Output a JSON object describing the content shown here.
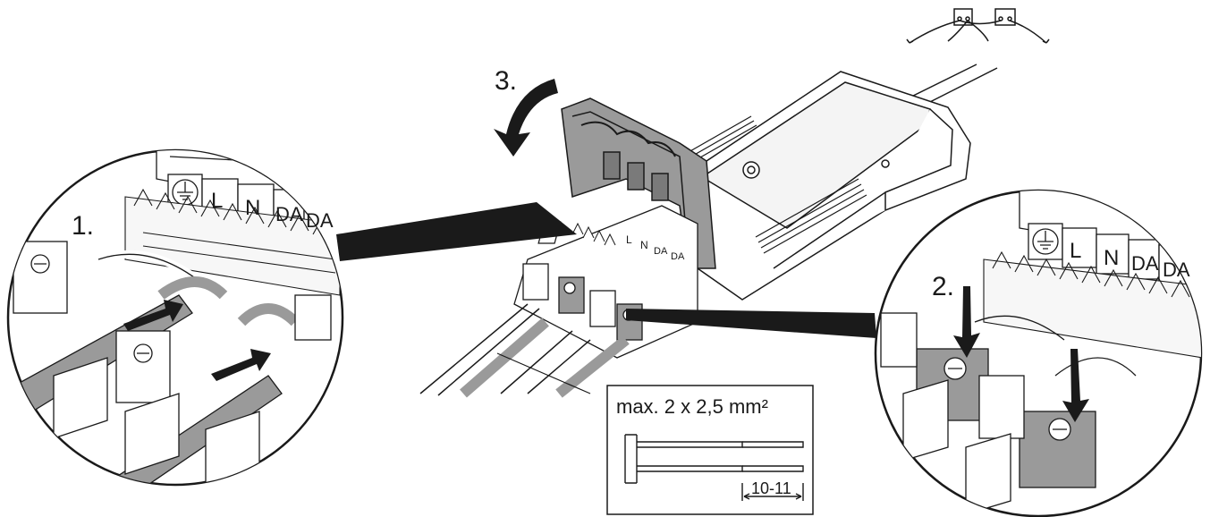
{
  "steps": {
    "one": "1.",
    "two": "2.",
    "three": "3."
  },
  "terminal_labels": {
    "left": [
      "L",
      "N",
      "DA",
      "DA"
    ],
    "center": [
      "L",
      "N",
      "DA",
      "DA"
    ],
    "right": [
      "L",
      "N",
      "DA",
      "DA"
    ]
  },
  "wire_spec": {
    "title": "max. 2 x 2,5 mm²",
    "strip_length": "10-11"
  },
  "colors": {
    "line": "#1a1a1a",
    "grey_fill": "#9a9a9a",
    "light_grey": "#d0d0d0",
    "background": "#ffffff"
  },
  "icons": {
    "ground": "ground-symbol-icon",
    "rotate_arrow": "curved-arrow-icon",
    "push_arrow": "push-arrow-icon",
    "luminaire_daisy_chain": "luminaire-daisy-chain-icon"
  }
}
